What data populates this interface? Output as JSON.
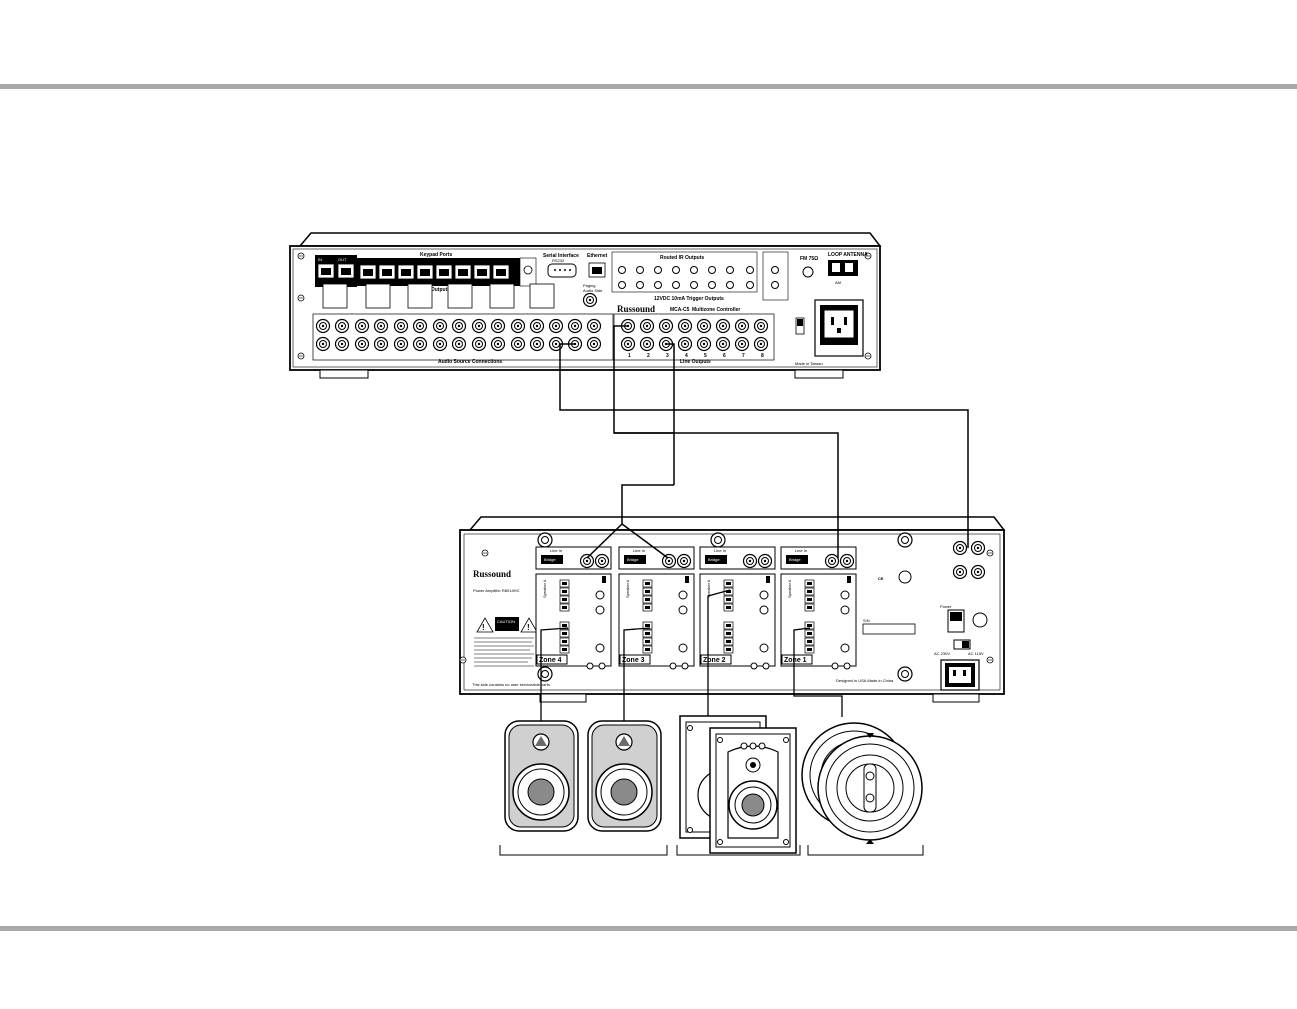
{
  "controller": {
    "brand": "Russound",
    "model": "MCA-C5",
    "model_suffix": "Multizone Controller",
    "keypad_ports": "Keypad Ports",
    "serial_interface": "Serial Interface",
    "rs232": "RS232",
    "ethernet": "Ethernet",
    "routed_ir": "Routed IR Outputs",
    "paging": "Paging",
    "audio_side": "Audio Side",
    "trigger_outputs": "12VDC 10mA Trigger Outputs",
    "speaker_outputs": "Speaker Outputs",
    "audio_source_connections": "Audio Source Connections",
    "line_outputs": "Line Outputs",
    "fm_tuner": "FM 75Ω",
    "loop_antenna": "LOOP ANTENNA",
    "am_fm": "AM",
    "in_label": "IN",
    "out_label": "OUT",
    "made_in": "Made in Taiwan",
    "line_output_numbers": [
      "1",
      "2",
      "3",
      "4",
      "5",
      "6",
      "7",
      "8"
    ]
  },
  "amplifier": {
    "brand": "Russound",
    "model_line": "Power Amplifier R8014HC",
    "caution": "CAUTION",
    "line_in": "Line In",
    "bridge": "Bridge",
    "zones": [
      "Zone 4",
      "Zone 3",
      "Zone 2",
      "Zone 1"
    ],
    "speaker_a": "Speaker A",
    "sn": "S/N",
    "power": "Power",
    "ac_230v": "AC 230V",
    "ac_115v": "AC 115V",
    "designed_in": "Designed in USA Made in China",
    "footnote": "This side contains no user serviceable parts."
  },
  "speakers": {
    "group_labels": [
      "",
      "",
      ""
    ]
  }
}
